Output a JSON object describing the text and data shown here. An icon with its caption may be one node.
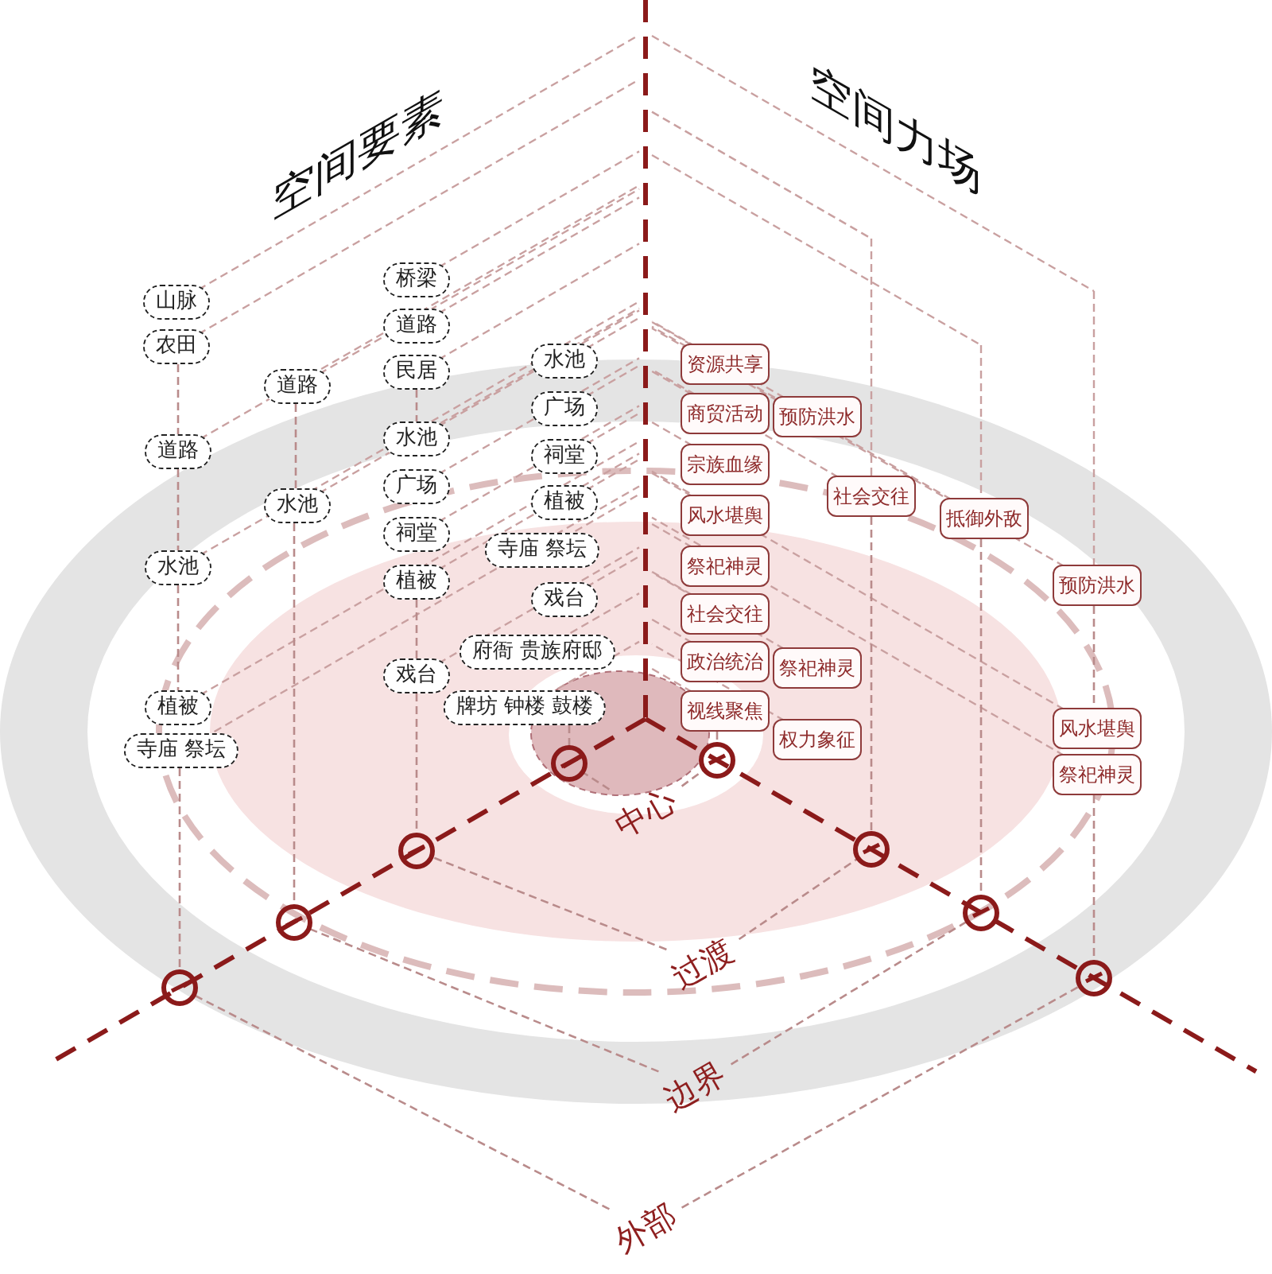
{
  "diagram": {
    "nodes": [
      {
        "text": [
          "山脉"
        ]
      },
      {
        "text": [
          "农田"
        ]
      },
      {
        "text": [
          "道路"
        ]
      },
      {
        "text": [
          "水池"
        ]
      },
      {
        "text": [
          "植被"
        ]
      },
      {
        "text": [
          "寺庙 祭坛"
        ]
      },
      {
        "text": [
          "道路"
        ]
      },
      {
        "text": [
          "水池"
        ]
      },
      {
        "text": [
          "桥梁"
        ]
      },
      {
        "text": [
          "道路"
        ]
      },
      {
        "text": [
          "民居"
        ]
      },
      {
        "text": [
          "水池"
        ]
      },
      {
        "text": [
          "广场"
        ]
      },
      {
        "text": [
          "祠堂"
        ]
      },
      {
        "text": [
          "植被"
        ]
      },
      {
        "text": [
          "戏台"
        ]
      },
      {
        "text": [
          "水池"
        ]
      },
      {
        "text": [
          "广场"
        ]
      },
      {
        "text": [
          "祠堂"
        ]
      },
      {
        "text": [
          "植被"
        ]
      },
      {
        "text": [
          "寺庙 祭坛"
        ]
      },
      {
        "text": [
          "戏台"
        ]
      },
      {
        "text": [
          "府衙 贵族府邸"
        ]
      },
      {
        "text": [
          "牌坊 钟楼 鼓楼"
        ]
      },
      {
        "text": [
          "资源共享"
        ]
      },
      {
        "text": [
          "商贸活动"
        ]
      },
      {
        "text": [
          "宗族血缘"
        ]
      },
      {
        "text": [
          "风水堪舆"
        ]
      },
      {
        "text": [
          "祭祀神灵"
        ]
      },
      {
        "text": [
          "社会交往"
        ]
      },
      {
        "text": [
          "政治统治"
        ]
      },
      {
        "text": [
          "视线聚焦"
        ]
      },
      {
        "text": [
          "预防洪水"
        ]
      },
      {
        "text": [
          "社会交往"
        ]
      },
      {
        "text": [
          "祭祀神灵"
        ]
      },
      {
        "text": [
          "权力象征"
        ]
      },
      {
        "text": [
          "抵御外敌"
        ]
      },
      {
        "text": [
          "预防洪水"
        ]
      },
      {
        "text": [
          "风水堪舆"
        ]
      },
      {
        "text": [
          "祭祀神灵"
        ]
      },
      {
        "text": [
          "中心"
        ]
      },
      {
        "text": [
          "过渡"
        ]
      },
      {
        "text": [
          "边界"
        ]
      },
      {
        "text": [
          "外部"
        ]
      },
      {
        "text": [],
        "shape": "circle"
      },
      {
        "text": [],
        "shape": "circle"
      },
      {
        "text": [],
        "shape": "circle"
      },
      {
        "text": [],
        "shape": "circle"
      },
      {
        "text": [],
        "shape": "circle"
      },
      {
        "text": [],
        "shape": "circle"
      },
      {
        "text": [],
        "shape": "circle"
      },
      {
        "text": [],
        "shape": "circle"
      }
    ],
    "edges": [
      {
        "from": 1,
        "to": 2,
        "arrow": "none",
        "style": "dashed"
      },
      {
        "from": 2,
        "to": 3,
        "arrow": "none",
        "style": "dashed"
      },
      {
        "from": 3,
        "to": 4,
        "arrow": "none",
        "style": "dashed"
      },
      {
        "from": 5,
        "to": 44,
        "arrow": "none",
        "style": "dashed"
      },
      {
        "from": 6,
        "to": 7,
        "arrow": "none",
        "style": "dashed"
      },
      {
        "from": 7,
        "to": 45,
        "arrow": "none",
        "style": "dashed"
      },
      {
        "from": 10,
        "to": 11,
        "arrow": "none",
        "style": "dashed"
      },
      {
        "from": 14,
        "to": 15,
        "arrow": "none",
        "style": "dashed"
      },
      {
        "from": 15,
        "to": 46,
        "arrow": "none",
        "style": "dashed"
      },
      {
        "from": 23,
        "to": 47,
        "arrow": "none",
        "style": "dashed"
      },
      {
        "from": 31,
        "to": 48,
        "arrow": "none",
        "style": "dashed"
      },
      {
        "from": 33,
        "to": 49,
        "arrow": "none",
        "style": "dashed"
      },
      {
        "from": 36,
        "to": 50,
        "arrow": "none",
        "style": "dashed"
      },
      {
        "from": 37,
        "to": 38,
        "arrow": "none",
        "style": "dashed"
      },
      {
        "from": 39,
        "to": 51,
        "arrow": "none",
        "style": "dashed"
      },
      {
        "from": 40,
        "to": 47,
        "arrow": "none",
        "style": "dashed"
      },
      {
        "from": 40,
        "to": 48,
        "arrow": "none",
        "style": "dashed"
      },
      {
        "from": 41,
        "to": 46,
        "arrow": "none",
        "style": "dashed"
      },
      {
        "from": 41,
        "to": 49,
        "arrow": "none",
        "style": "dashed"
      },
      {
        "from": 42,
        "to": 45,
        "arrow": "none",
        "style": "dashed"
      },
      {
        "from": 42,
        "to": 50,
        "arrow": "none",
        "style": "dashed"
      },
      {
        "from": 43,
        "to": 44,
        "arrow": "none",
        "style": "dashed"
      },
      {
        "from": 43,
        "to": 51,
        "arrow": "none",
        "style": "dashed"
      }
    ],
    "labels": [
      "空间要素",
      "空间力场"
    ]
  }
}
